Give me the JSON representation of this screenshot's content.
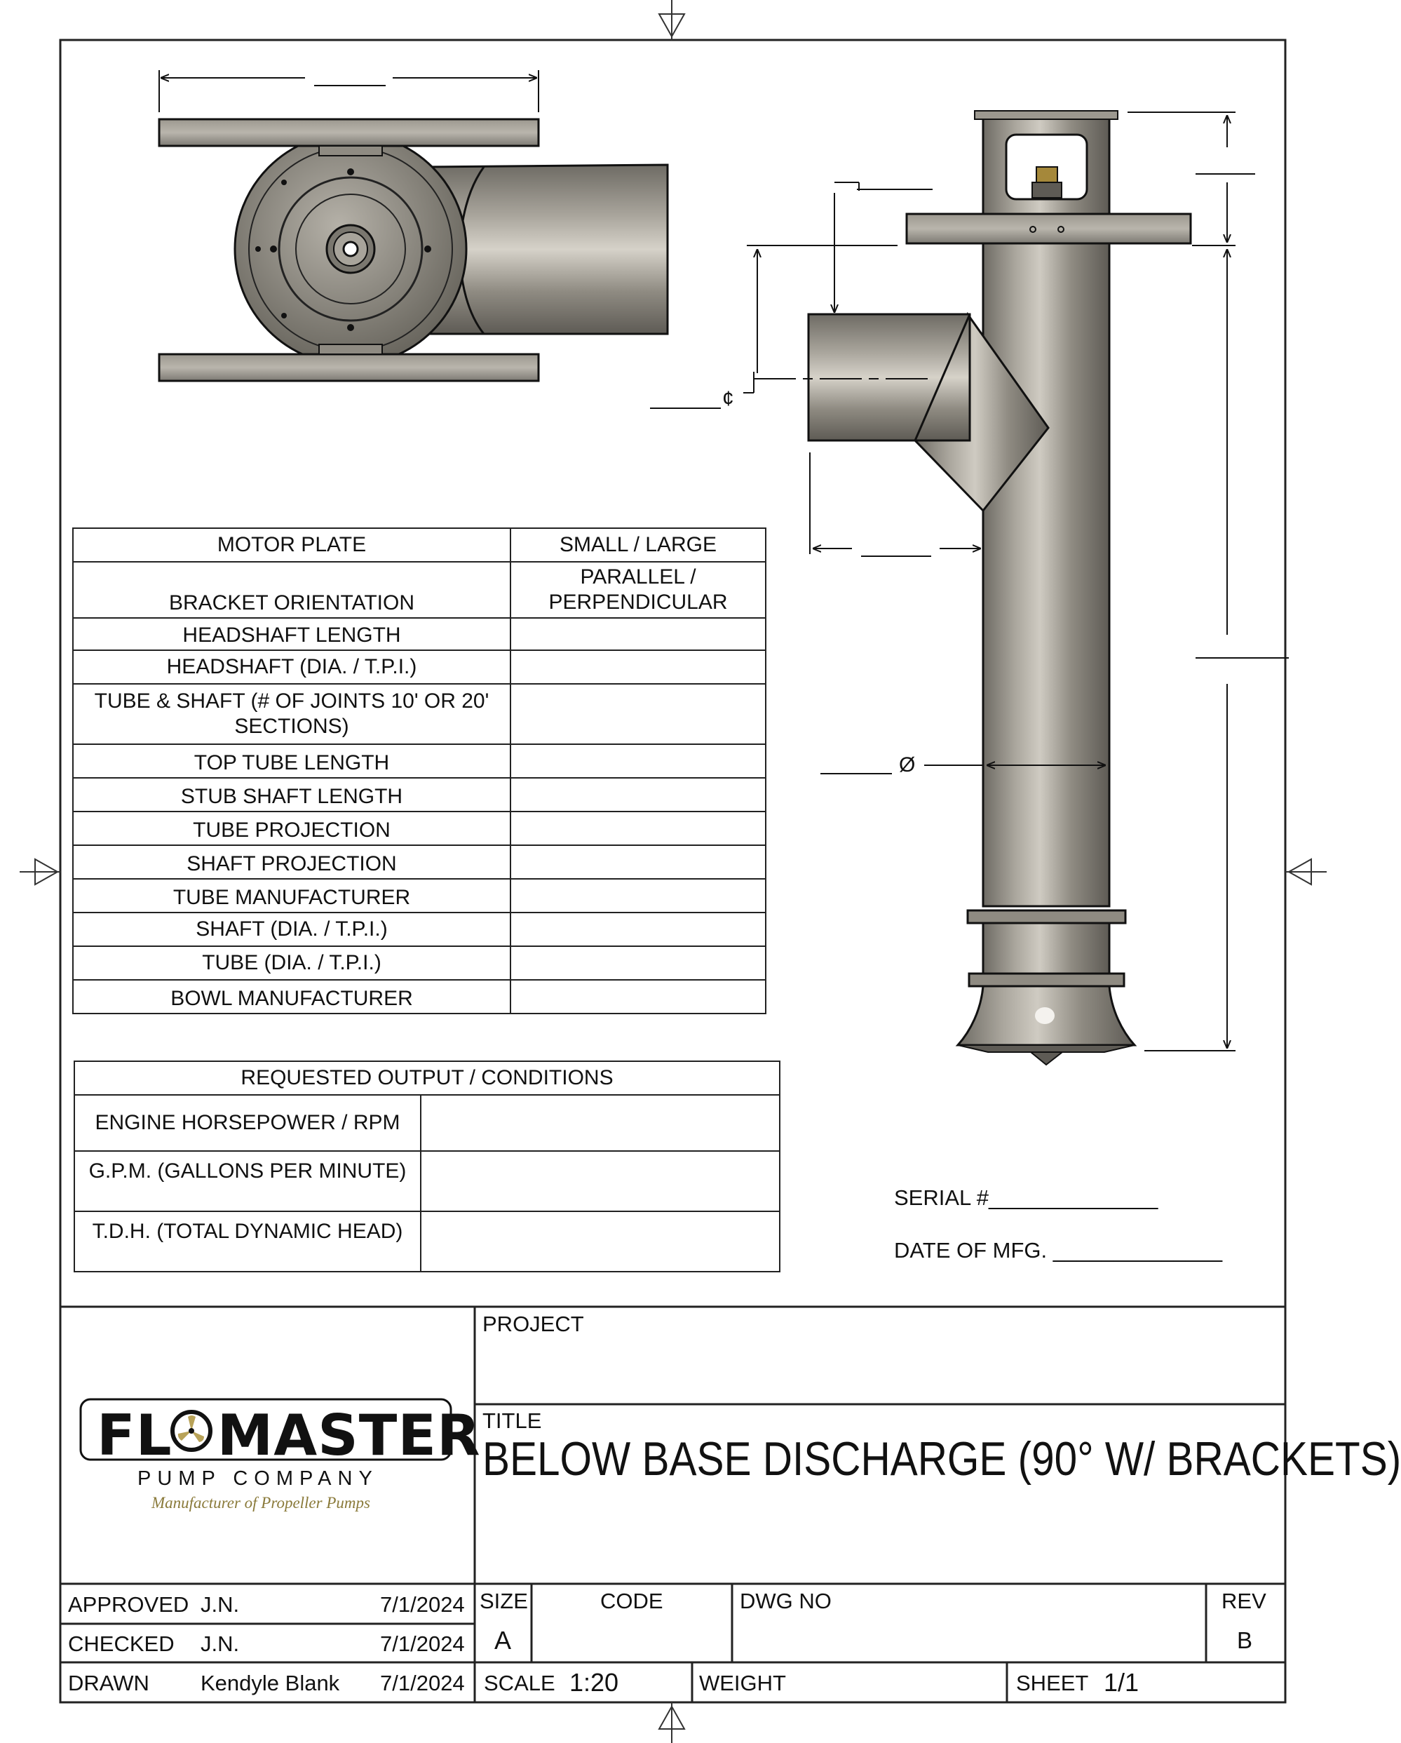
{
  "colors": {
    "line": "#111111",
    "metal": "#8f8b82",
    "metal_dark": "#5e5b55",
    "logo_gold": "#8a7a3a"
  },
  "spec_table": {
    "rows": [
      {
        "label": "MOTOR PLATE",
        "value": "SMALL / LARGE"
      },
      {
        "label": "BRACKET ORIENTATION",
        "value_line1": "PARALLEL /",
        "value_line2": "PERPENDICULAR"
      },
      {
        "label": "HEADSHAFT LENGTH",
        "value": ""
      },
      {
        "label": "HEADSHAFT (DIA. / T.P.I.)",
        "value": ""
      },
      {
        "label_line1": "TUBE & SHAFT (# OF JOINTS 10' OR 20'",
        "label_line2": "SECTIONS)",
        "value": ""
      },
      {
        "label": "TOP TUBE LENGTH",
        "value": ""
      },
      {
        "label": "STUB SHAFT LENGTH",
        "value": ""
      },
      {
        "label": "TUBE PROJECTION",
        "value": ""
      },
      {
        "label": "SHAFT PROJECTION",
        "value": ""
      },
      {
        "label": "TUBE MANUFACTURER",
        "value": ""
      },
      {
        "label": "SHAFT (DIA. / T.P.I.)",
        "value": ""
      },
      {
        "label": "TUBE (DIA. / T.P.I.)",
        "value": ""
      },
      {
        "label": "BOWL MANUFACTURER",
        "value": ""
      }
    ]
  },
  "output_table": {
    "header": "REQUESTED OUTPUT / CONDITIONS",
    "rows": [
      {
        "label": "ENGINE HORSEPOWER / RPM",
        "value": ""
      },
      {
        "label": "G.P.M. (GALLONS PER MINUTE)",
        "value": ""
      },
      {
        "label": "T.D.H. (TOTAL DYNAMIC HEAD)",
        "value": ""
      }
    ]
  },
  "fields": {
    "serial": "SERIAL #______________",
    "date_mfg": "DATE OF MFG. ______________"
  },
  "dimensions": {
    "centerline_symbol": "¢",
    "diameter_symbol": "Ø"
  },
  "logo": {
    "word_left": "FL",
    "word_right": "MASTER",
    "sub": "PUMP COMPANY",
    "tagline": "Manufacturer of Propeller Pumps"
  },
  "title_block": {
    "project_label": "PROJECT",
    "project_value": "",
    "title_label": "TITLE",
    "title": "BELOW BASE DISCHARGE (90° W/ BRACKETS)",
    "approved": {
      "label": "APPROVED",
      "by": "J.N.",
      "date": "7/1/2024"
    },
    "checked": {
      "label": "CHECKED",
      "by": "J.N.",
      "date": "7/1/2024"
    },
    "drawn": {
      "label": "DRAWN",
      "by": "Kendyle Blank",
      "date": "7/1/2024"
    },
    "size_label": "SIZE",
    "size": "A",
    "code_label": "CODE",
    "code": "",
    "dwg_label": "DWG NO",
    "dwg": "",
    "rev_label": "REV",
    "rev": "B",
    "scale_label": "SCALE",
    "scale": "1:20",
    "weight_label": "WEIGHT",
    "weight": "",
    "sheet_label": "SHEET",
    "sheet": "1/1"
  }
}
